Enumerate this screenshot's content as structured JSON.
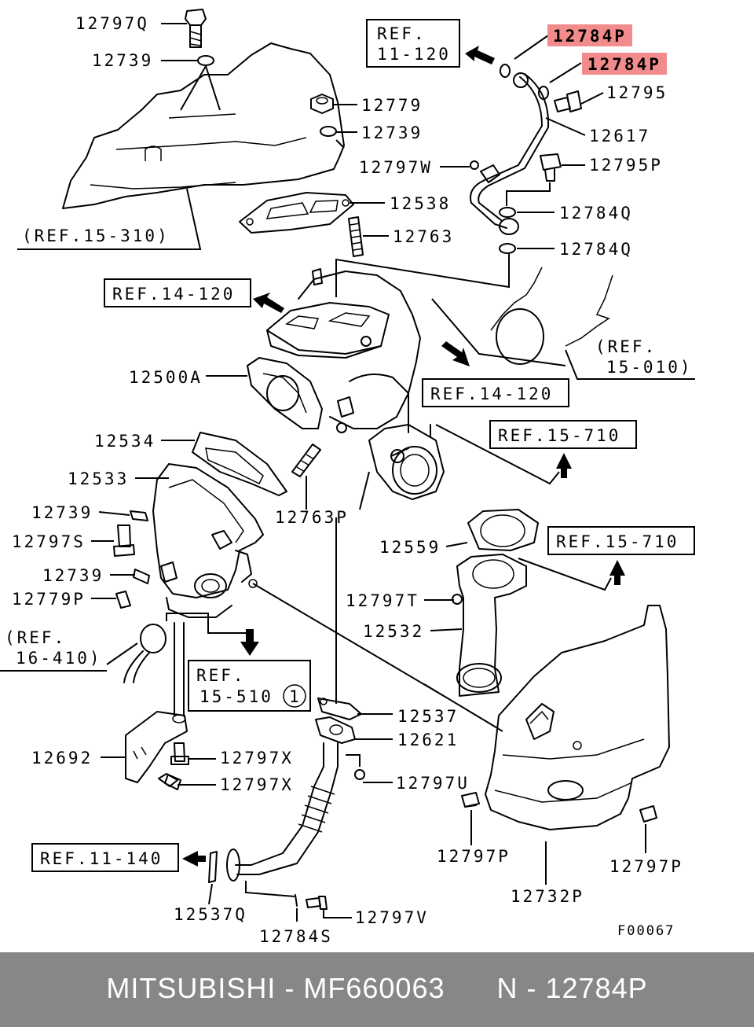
{
  "diagram": {
    "labels": {
      "l_12797Q": "12797Q",
      "l_12739_a": "12739",
      "l_12779": "12779",
      "l_12739_b": "12739",
      "l_12797W": "12797W",
      "l_12538": "12538",
      "l_12763": "12763",
      "l_12784P_a": "12784P",
      "l_12784P_b": "12784P",
      "l_12795": "12795",
      "l_12617": "12617",
      "l_12795P": "12795P",
      "l_12784Q_a": "12784Q",
      "l_12784Q_b": "12784Q",
      "l_12500A": "12500A",
      "l_12534": "12534",
      "l_12533": "12533",
      "l_12739_c": "12739",
      "l_12797S": "12797S",
      "l_12739_d": "12739",
      "l_12779P": "12779P",
      "l_12763P": "12763P",
      "l_12559": "12559",
      "l_12797T": "12797T",
      "l_12532": "12532",
      "l_12537": "12537",
      "l_12621": "12621",
      "l_12692": "12692",
      "l_12797X_a": "12797X",
      "l_12797X_b": "12797X",
      "l_12797U": "12797U",
      "l_12797P_a": "12797P",
      "l_12797P_b": "12797P",
      "l_12732P": "12732P",
      "l_12537Q": "12537Q",
      "l_12797V": "12797V",
      "l_12784S": "12784S"
    },
    "refs": {
      "r_11_120_a": "REF.",
      "r_11_120_b": "11-120",
      "r_15_310": "(REF.15-310)",
      "r_14_120_a": "REF.14-120",
      "r_14_120_b": "REF.14-120",
      "r_15_010_a": "(REF.",
      "r_15_010_b": "15-010)",
      "r_15_710_a": "REF.15-710",
      "r_15_710_b": "REF.15-710",
      "r_16_410_a": "(REF.",
      "r_16_410_b": "16-410)",
      "r_15_510_a": "REF.",
      "r_15_510_b": "15-510",
      "r_15_510_c": "1",
      "r_11_140": "REF.11-140"
    },
    "figure_code": "F00067",
    "highlight_color": "#f28b8b"
  },
  "footer": {
    "text": "MITSUBISHI - MF660063      N - 12784P",
    "background": "#878787"
  }
}
